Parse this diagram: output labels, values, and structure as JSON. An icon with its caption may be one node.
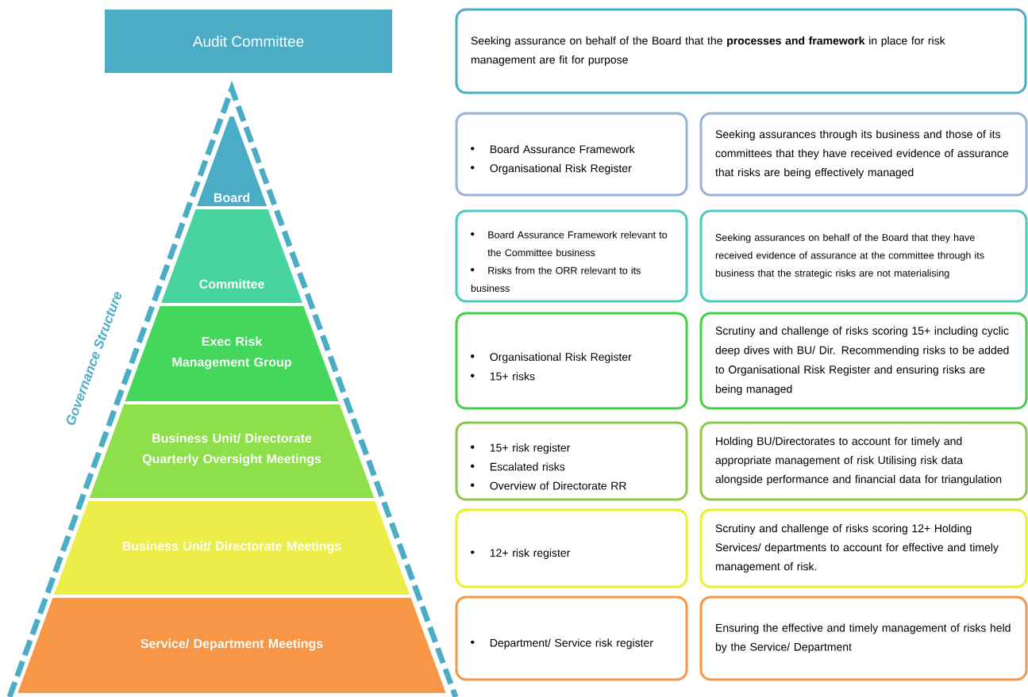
{
  "diagram": {
    "nodes": [
      {
        "text": [
          "Audit Committee"
        ]
      },
      {
        "text": [
          "Seeking assurance on behalf of the Board that the **processes and framework** in place for risk management are fit for purpose"
        ]
      },
      {
        "text": [
          "Board"
        ]
      },
      {
        "text": [
          "Committee"
        ]
      },
      {
        "text": [
          "Exec Risk Management Group"
        ]
      },
      {
        "text": [
          "Business Unit/ Directorate Quarterly Oversight Meetings"
        ]
      },
      {
        "text": [
          "Business Unit/ Directorate Meetings"
        ]
      },
      {
        "text": [
          "Service/ Department Meetings"
        ]
      },
      {
        "text": [
          "Board Assurance Framework",
          "Organisational Risk Register"
        ]
      },
      {
        "text": [
          "Seeking assurances through its business and those of its committees that they have received evidence of assurance that risks are being effectively managed"
        ]
      },
      {
        "text": [
          "Board Assurance Framework relevant to the Committee business",
          "Risks from the ORR relevant to its business"
        ]
      },
      {
        "text": [
          "Seeking assurances on behalf of the Board that they have received evidence of assurance at the committee through its business that the strategic risks are not materialising"
        ]
      },
      {
        "text": [
          "Organisational Risk Register",
          "15+ risks"
        ]
      },
      {
        "text": [
          "Scrutiny and challenge of risks scoring 15+ including cyclic deep dives with BU/ Dir. Recommending risks to be added to Organisational Risk Register and ensuring risks are being managed"
        ]
      },
      {
        "text": [
          "15+ risk register",
          "Escalated risks",
          "Overview of Directorate RR"
        ]
      },
      {
        "text": [
          "Holding BU/Directorates to account for timely and appropriate management of risk Utilising risk data alongside performance and financial data for triangulation"
        ]
      },
      {
        "text": [
          "12+ risk register"
        ]
      },
      {
        "text": [
          "Scrutiny and challenge of risks scoring 12+ Holding Services/ departments to account for effective and timely management of risk."
        ]
      },
      {
        "text": [
          "Department/ Service risk register"
        ]
      },
      {
        "text": [
          "Ensuring the effective and timely management of risks held by the Service/ Department"
        ]
      }
    ],
    "labels": [
      "Governance Structure"
    ]
  }
}
